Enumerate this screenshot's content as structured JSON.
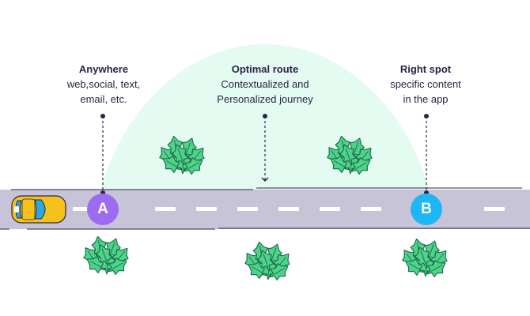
{
  "points": {
    "a": {
      "title": "Anywhere",
      "lines": [
        "web,social, text,",
        "email, etc."
      ],
      "marker_letter": "A",
      "marker_color": "#9b6cf0"
    },
    "route": {
      "title": "Optimal route",
      "lines": [
        "Contextualized and",
        "Personalized journey"
      ]
    },
    "b": {
      "title": "Right spot",
      "lines": [
        "specific content",
        "in the app"
      ],
      "marker_letter": "B",
      "marker_color": "#1fb6f5"
    }
  },
  "colors": {
    "arc": "#e4fbf1",
    "road": "#c7c4d8",
    "road_edge": "#2a2448",
    "lane_dash": "#ffffff",
    "car_body": "#f5c21b",
    "car_window": "#2aa8e6",
    "bush_light": "#4ed38a",
    "bush_dark": "#1c6a49",
    "text": "#2a2448"
  }
}
